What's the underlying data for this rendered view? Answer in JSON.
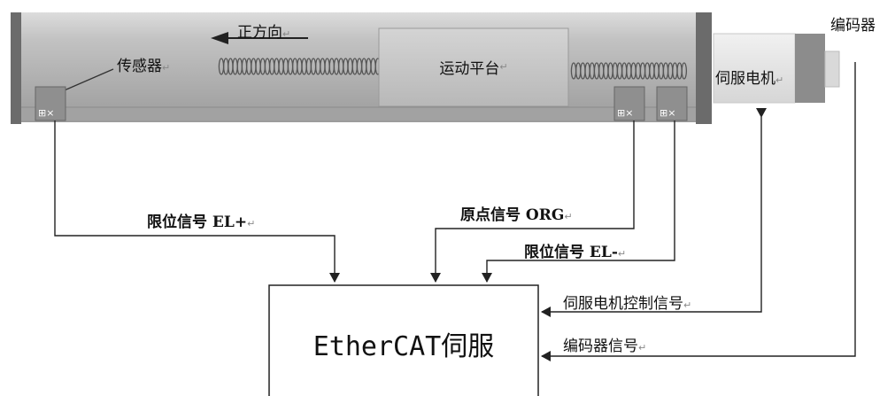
{
  "labels": {
    "positive_direction": "正方向",
    "sensor": "传感器",
    "motion_platform": "运动平台",
    "servo_motor": "伺服电机",
    "encoder": "编码器",
    "limit_signal_plus": "限位信号 EL+",
    "origin_signal": "原点信号 ORG",
    "limit_signal_minus": "限位信号 EL-",
    "servo_motor_control_signal": "伺服电机控制信号",
    "encoder_signal": "编码器信号",
    "ethercat_servo": "EtherCAT伺服"
  },
  "para_mark": "↵",
  "sensor_marks": [
    "⊞×",
    "⊞×",
    "⊞×"
  ],
  "colors": {
    "frame": "#6b6b6b",
    "rail": "#a0a0a0",
    "platform": "#c4c4c4",
    "motor_body": "#e2e2e2",
    "motor_flange": "#8c8c8c",
    "line": "#222222"
  }
}
